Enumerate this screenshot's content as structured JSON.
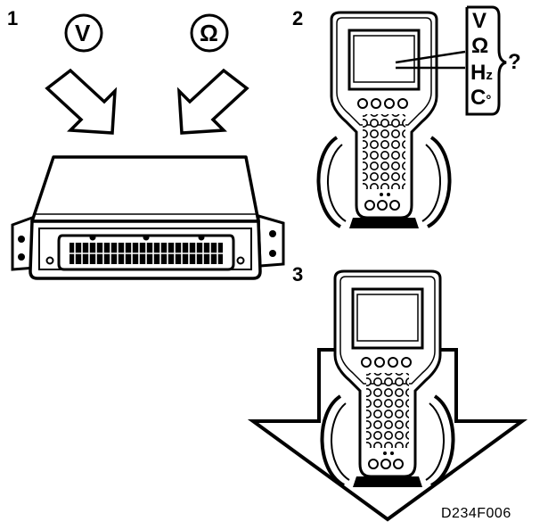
{
  "steps": {
    "step1": "1",
    "step2": "2",
    "step3": "3"
  },
  "symbols": {
    "volt": "V",
    "ohm": "Ω"
  },
  "units": {
    "volt": "V",
    "ohm": "Ω",
    "hz_main": "H",
    "hz_sub": "z",
    "celsius_main": "C",
    "celsius_sub": "°",
    "question": "?"
  },
  "figure_code": "D234F006"
}
